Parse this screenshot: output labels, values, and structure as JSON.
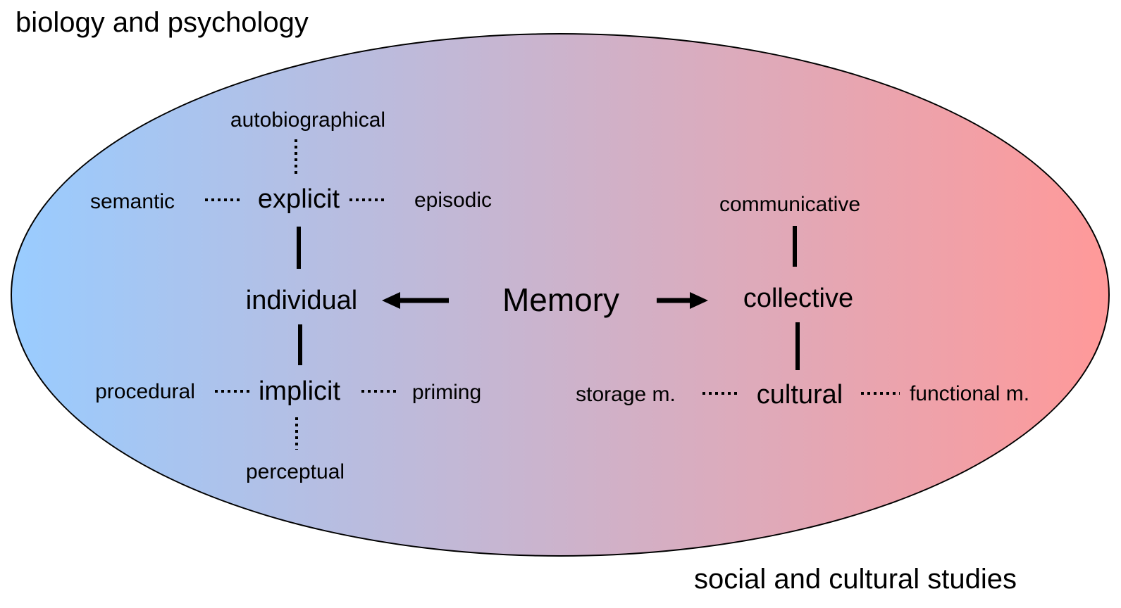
{
  "diagram": {
    "title_node": "Memory",
    "domain_labels": {
      "top_left": "biology and psychology",
      "bottom_right": "social and cultural studies"
    },
    "left_branch": {
      "node": "individual",
      "upper": {
        "node": "explicit",
        "left": "semantic",
        "right": "episodic",
        "top": "autobiographical"
      },
      "lower": {
        "node": "implicit",
        "left": "procedural",
        "right": "priming",
        "bottom": "perceptual"
      }
    },
    "right_branch": {
      "node": "collective",
      "upper": {
        "node": "communicative"
      },
      "lower": {
        "node": "cultural",
        "left": "storage m.",
        "right": "functional m."
      }
    },
    "colors": {
      "gradient_left": "#99ccff",
      "gradient_right": "#ff9999",
      "outline": "#000000",
      "text": "#000000",
      "background": "#ffffff"
    }
  }
}
